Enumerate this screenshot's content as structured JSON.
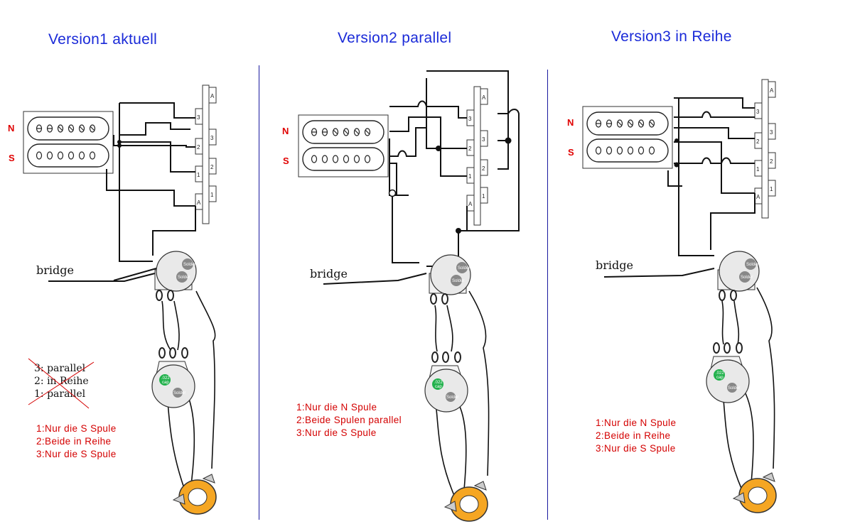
{
  "panels": [
    {
      "title": "Version1 aktuell",
      "pickup_labels": [
        "N",
        "S"
      ],
      "bridge_label": "bridge",
      "switch_labels": [
        "3",
        "A",
        "2",
        "3",
        "1",
        "2",
        "A",
        "1"
      ],
      "notes": [
        "1:Nur die S Spule",
        "2:Beide in Reihe",
        "3:Nur die S Spule"
      ],
      "crossed_notes": [
        "3: parallel",
        "2: in Reihe",
        "1: parallel"
      ],
      "pot_labels": [
        "Solder",
        "Solder"
      ],
      "cap_labels": [
        ".022",
        "cap"
      ],
      "tone_pot_label": "Solder"
    },
    {
      "title": "Version2 parallel",
      "pickup_labels": [
        "N",
        "S"
      ],
      "bridge_label": "bridge",
      "switch_labels": [
        "3",
        "A",
        "2",
        "3",
        "1",
        "2",
        "A",
        "1"
      ],
      "notes": [
        "1:Nur die N Spule",
        "2:Beide Spulen parallel",
        "3:Nur die S Spule"
      ],
      "pot_labels": [
        "Solder",
        "Solder"
      ],
      "cap_labels": [
        ".022",
        "cap"
      ],
      "tone_pot_label": "Solder"
    },
    {
      "title": "Version3 in Reihe",
      "pickup_labels": [
        "N",
        "S"
      ],
      "bridge_label": "bridge",
      "switch_labels": [
        "3",
        "A",
        "2",
        "3",
        "1",
        "2",
        "A",
        "1"
      ],
      "notes": [
        "1:Nur die N Spule",
        "2:Beide in Reihe",
        "3:Nur die S Spule"
      ],
      "pot_labels": [
        "Solder",
        "Solder"
      ],
      "cap_labels": [
        ".022",
        "cap"
      ],
      "tone_pot_label": "Solder"
    }
  ],
  "colors": {
    "title": "#1a2ad8",
    "labels": "#e00000",
    "divider": "#1a1aa0",
    "cap": "#22b14c",
    "jack_ring": "#f5a623"
  }
}
